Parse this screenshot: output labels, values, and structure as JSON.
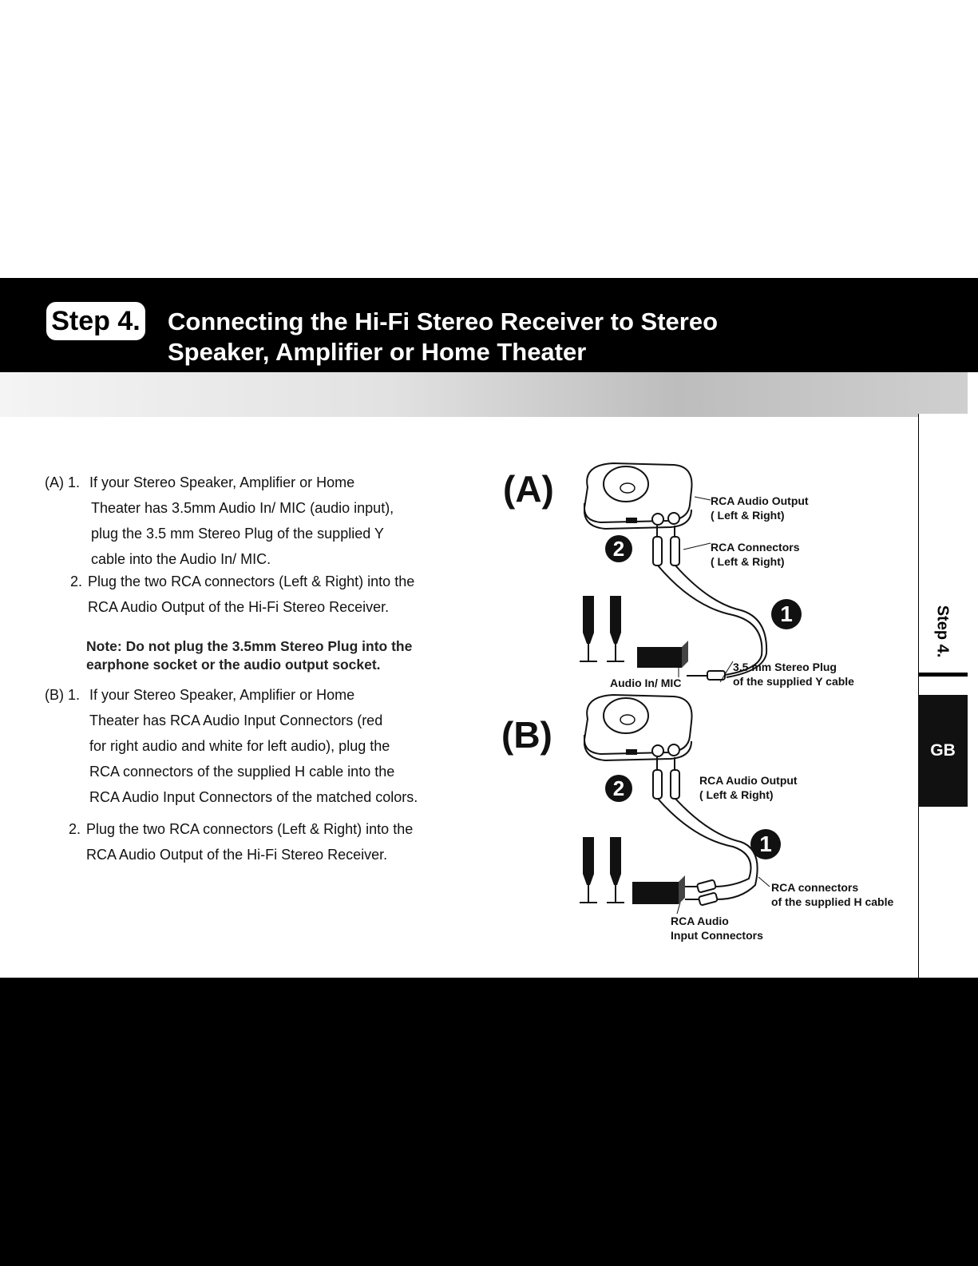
{
  "header": {
    "badge": "Step 4.",
    "title_line1": "Connecting the Hi-Fi Stereo Receiver to Stereo",
    "title_line2": "Speaker, Amplifier or Home Theater"
  },
  "side_tab": {
    "step": "Step 4.",
    "lang": "GB"
  },
  "section_a": {
    "item1_prefix": "(A) 1.",
    "item1_lines": [
      "If your Stereo Speaker, Amplifier or Home",
      "Theater has 3.5mm Audio In/ MIC (audio input),",
      "plug the 3.5 mm Stereo Plug of the supplied Y",
      "cable into the Audio In/ MIC."
    ],
    "item2_prefix": "2.",
    "item2_lines": [
      "Plug the two RCA connectors (Left & Right) into the",
      "RCA Audio Output of the Hi-Fi Stereo Receiver."
    ],
    "note_lines": [
      "Note: Do not plug the 3.5mm Stereo Plug into the",
      "earphone socket or the audio output socket."
    ]
  },
  "section_b": {
    "item1_prefix": "(B) 1.",
    "item1_lines": [
      "If your Stereo Speaker, Amplifier or Home",
      "Theater has RCA Audio Input Connectors (red",
      "for right audio and white for left audio), plug the",
      "RCA connectors of the supplied H cable into the",
      "RCA Audio Input Connectors of the matched colors."
    ],
    "item2_prefix": "2.",
    "item2_lines": [
      "Plug the two RCA connectors (Left & Right) into the",
      "RCA Audio Output of the Hi-Fi Stereo Receiver."
    ]
  },
  "diagram_a": {
    "tag": "(A)",
    "step2": "2",
    "step1": "1",
    "rca_output": "RCA Audio Output",
    "rca_output_lr": "( Left & Right)",
    "rca_connectors": "RCA Connectors",
    "rca_connectors_lr": "( Left & Right)",
    "stereo_plug": "3.5 mm Stereo Plug",
    "stereo_plug_sub": "of the supplied Y cable",
    "audio_in": "Audio In/ MIC"
  },
  "diagram_b": {
    "tag": "(B)",
    "step2": "2",
    "step1": "1",
    "rca_output": "RCA Audio Output",
    "rca_output_lr": "( Left & Right)",
    "rca_connectors": "RCA connectors",
    "rca_connectors_sub": "of the supplied H cable",
    "rca_input": "RCA Audio",
    "rca_input_sub": "Input Connectors"
  }
}
